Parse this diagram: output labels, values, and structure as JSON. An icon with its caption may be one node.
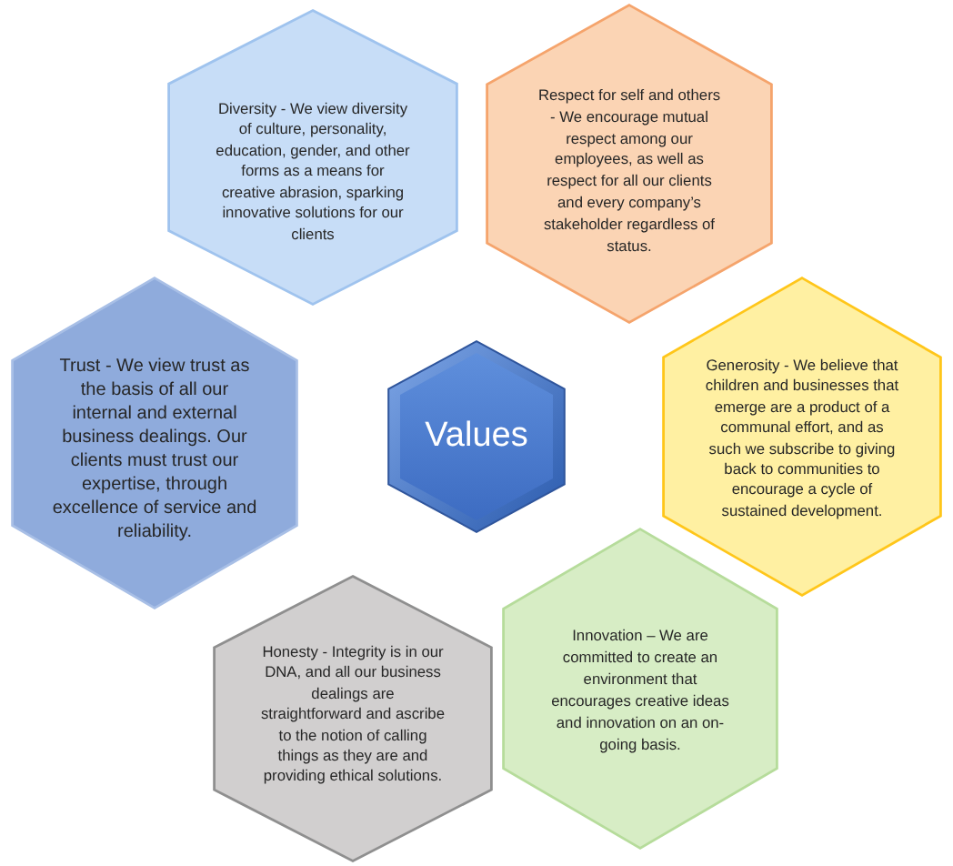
{
  "diagram": {
    "nodes": [
      {
        "text": [
          "Diversity - We view diversity of culture, personality, education, gender, and other forms as a means for creative abrasion, sparking innovative solutions for our clients"
        ]
      },
      {
        "text": [
          "Respect for self and others - We encourage mutual respect among our employees, as well as respect for all our clients and every company’s stakeholder regardless of status."
        ]
      },
      {
        "text": [
          "Trust - We view trust as the basis of all our internal and external business dealings. Our clients must trust our expertise, through excellence of service and reliability."
        ]
      },
      {
        "text": [
          "Values"
        ]
      },
      {
        "text": [
          "Generosity - We believe that children and businesses that emerge are a product of a communal effort, and as such we subscribe to giving back to communities to encourage a cycle of sustained development."
        ]
      },
      {
        "text": [
          "Honesty - Integrity is in our DNA, and all our business dealings are straightforward and ascribe to the notion of calling things as they are and providing ethical solutions."
        ]
      },
      {
        "text": [
          "Innovation – We are committed to create an environment that encourages creative ideas and innovation on an on-going basis."
        ]
      }
    ]
  }
}
